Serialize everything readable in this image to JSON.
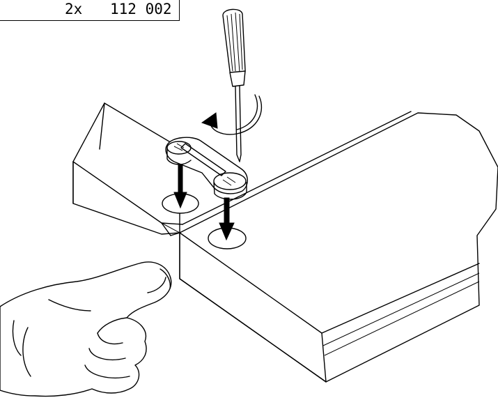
{
  "label": {
    "quantity": "2x",
    "part_number": "112 002"
  },
  "icons": [
    "screwdriver-icon",
    "rotate-arrow-icon",
    "connector-fitting",
    "down-arrow-icon",
    "hand-icon"
  ],
  "colors": {
    "ink": "#000000",
    "paper": "#ffffff"
  }
}
